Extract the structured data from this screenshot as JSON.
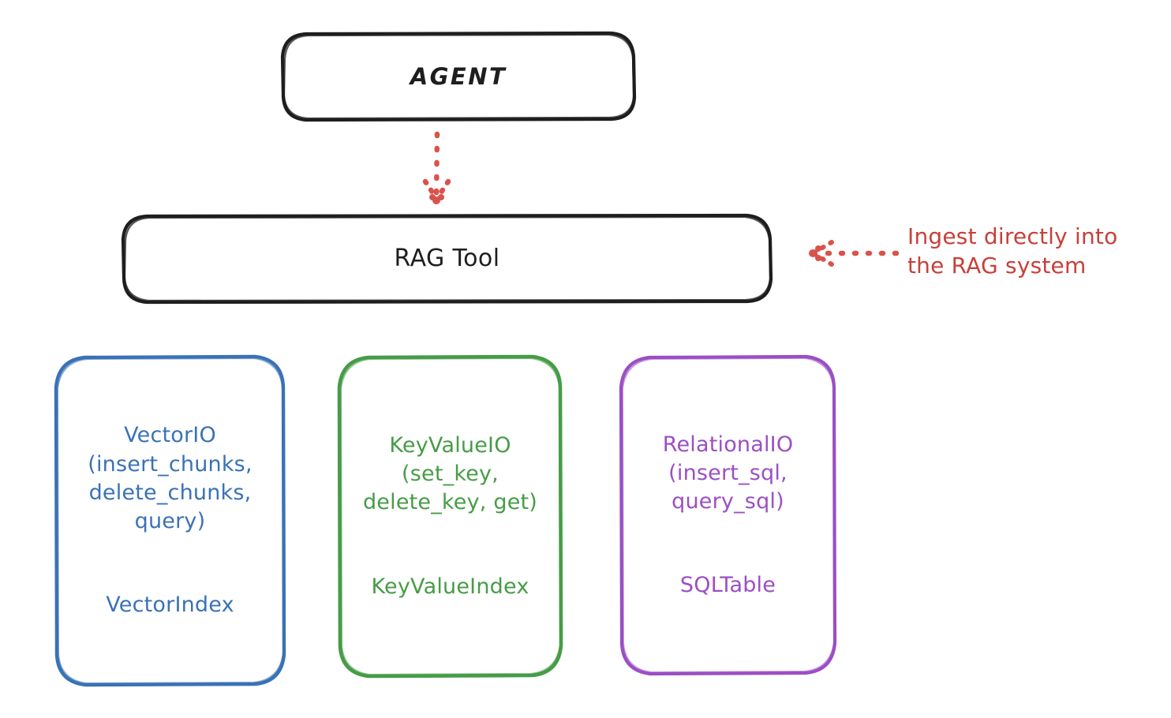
{
  "diagram": {
    "type": "architecture-diagram",
    "style": "hand-drawn-sketch",
    "background": "#ffffff",
    "nodes": {
      "agent": {
        "label": "AGENT",
        "stroke": "#1e1e1e",
        "shape": "rounded-rectangle"
      },
      "rag_tool": {
        "label": "RAG Tool",
        "stroke": "#1e1e1e",
        "shape": "rounded-rectangle"
      },
      "vector_io": {
        "api": "VectorIO\n(insert_chunks,\ndelete_chunks,\nquery)",
        "index": "VectorIndex",
        "stroke": "#3a72b5",
        "shape": "rounded-rectangle"
      },
      "key_value_io": {
        "api": "KeyValueIO\n(set_key,\ndelete_key, get)",
        "index": "KeyValueIndex",
        "stroke": "#479c47",
        "shape": "rounded-rectangle"
      },
      "relational_io": {
        "api": "RelationalIO\n(insert_sql,\nquery_sql)",
        "index": "SQLTable",
        "stroke": "#9b4fc4",
        "shape": "rounded-rectangle"
      }
    },
    "annotations": {
      "ingest": {
        "text": "Ingest directly into\nthe RAG system",
        "color": "#c8403a"
      }
    },
    "connectors": [
      {
        "name": "agent-to-rag-tool",
        "from": "agent",
        "to": "rag_tool",
        "style": "dotted",
        "color": "#c8403a",
        "direction": "down"
      },
      {
        "name": "ingest-to-rag-tool",
        "from": "ingest-annotation",
        "to": "rag_tool",
        "style": "dotted",
        "color": "#c8403a",
        "direction": "left"
      }
    ]
  }
}
